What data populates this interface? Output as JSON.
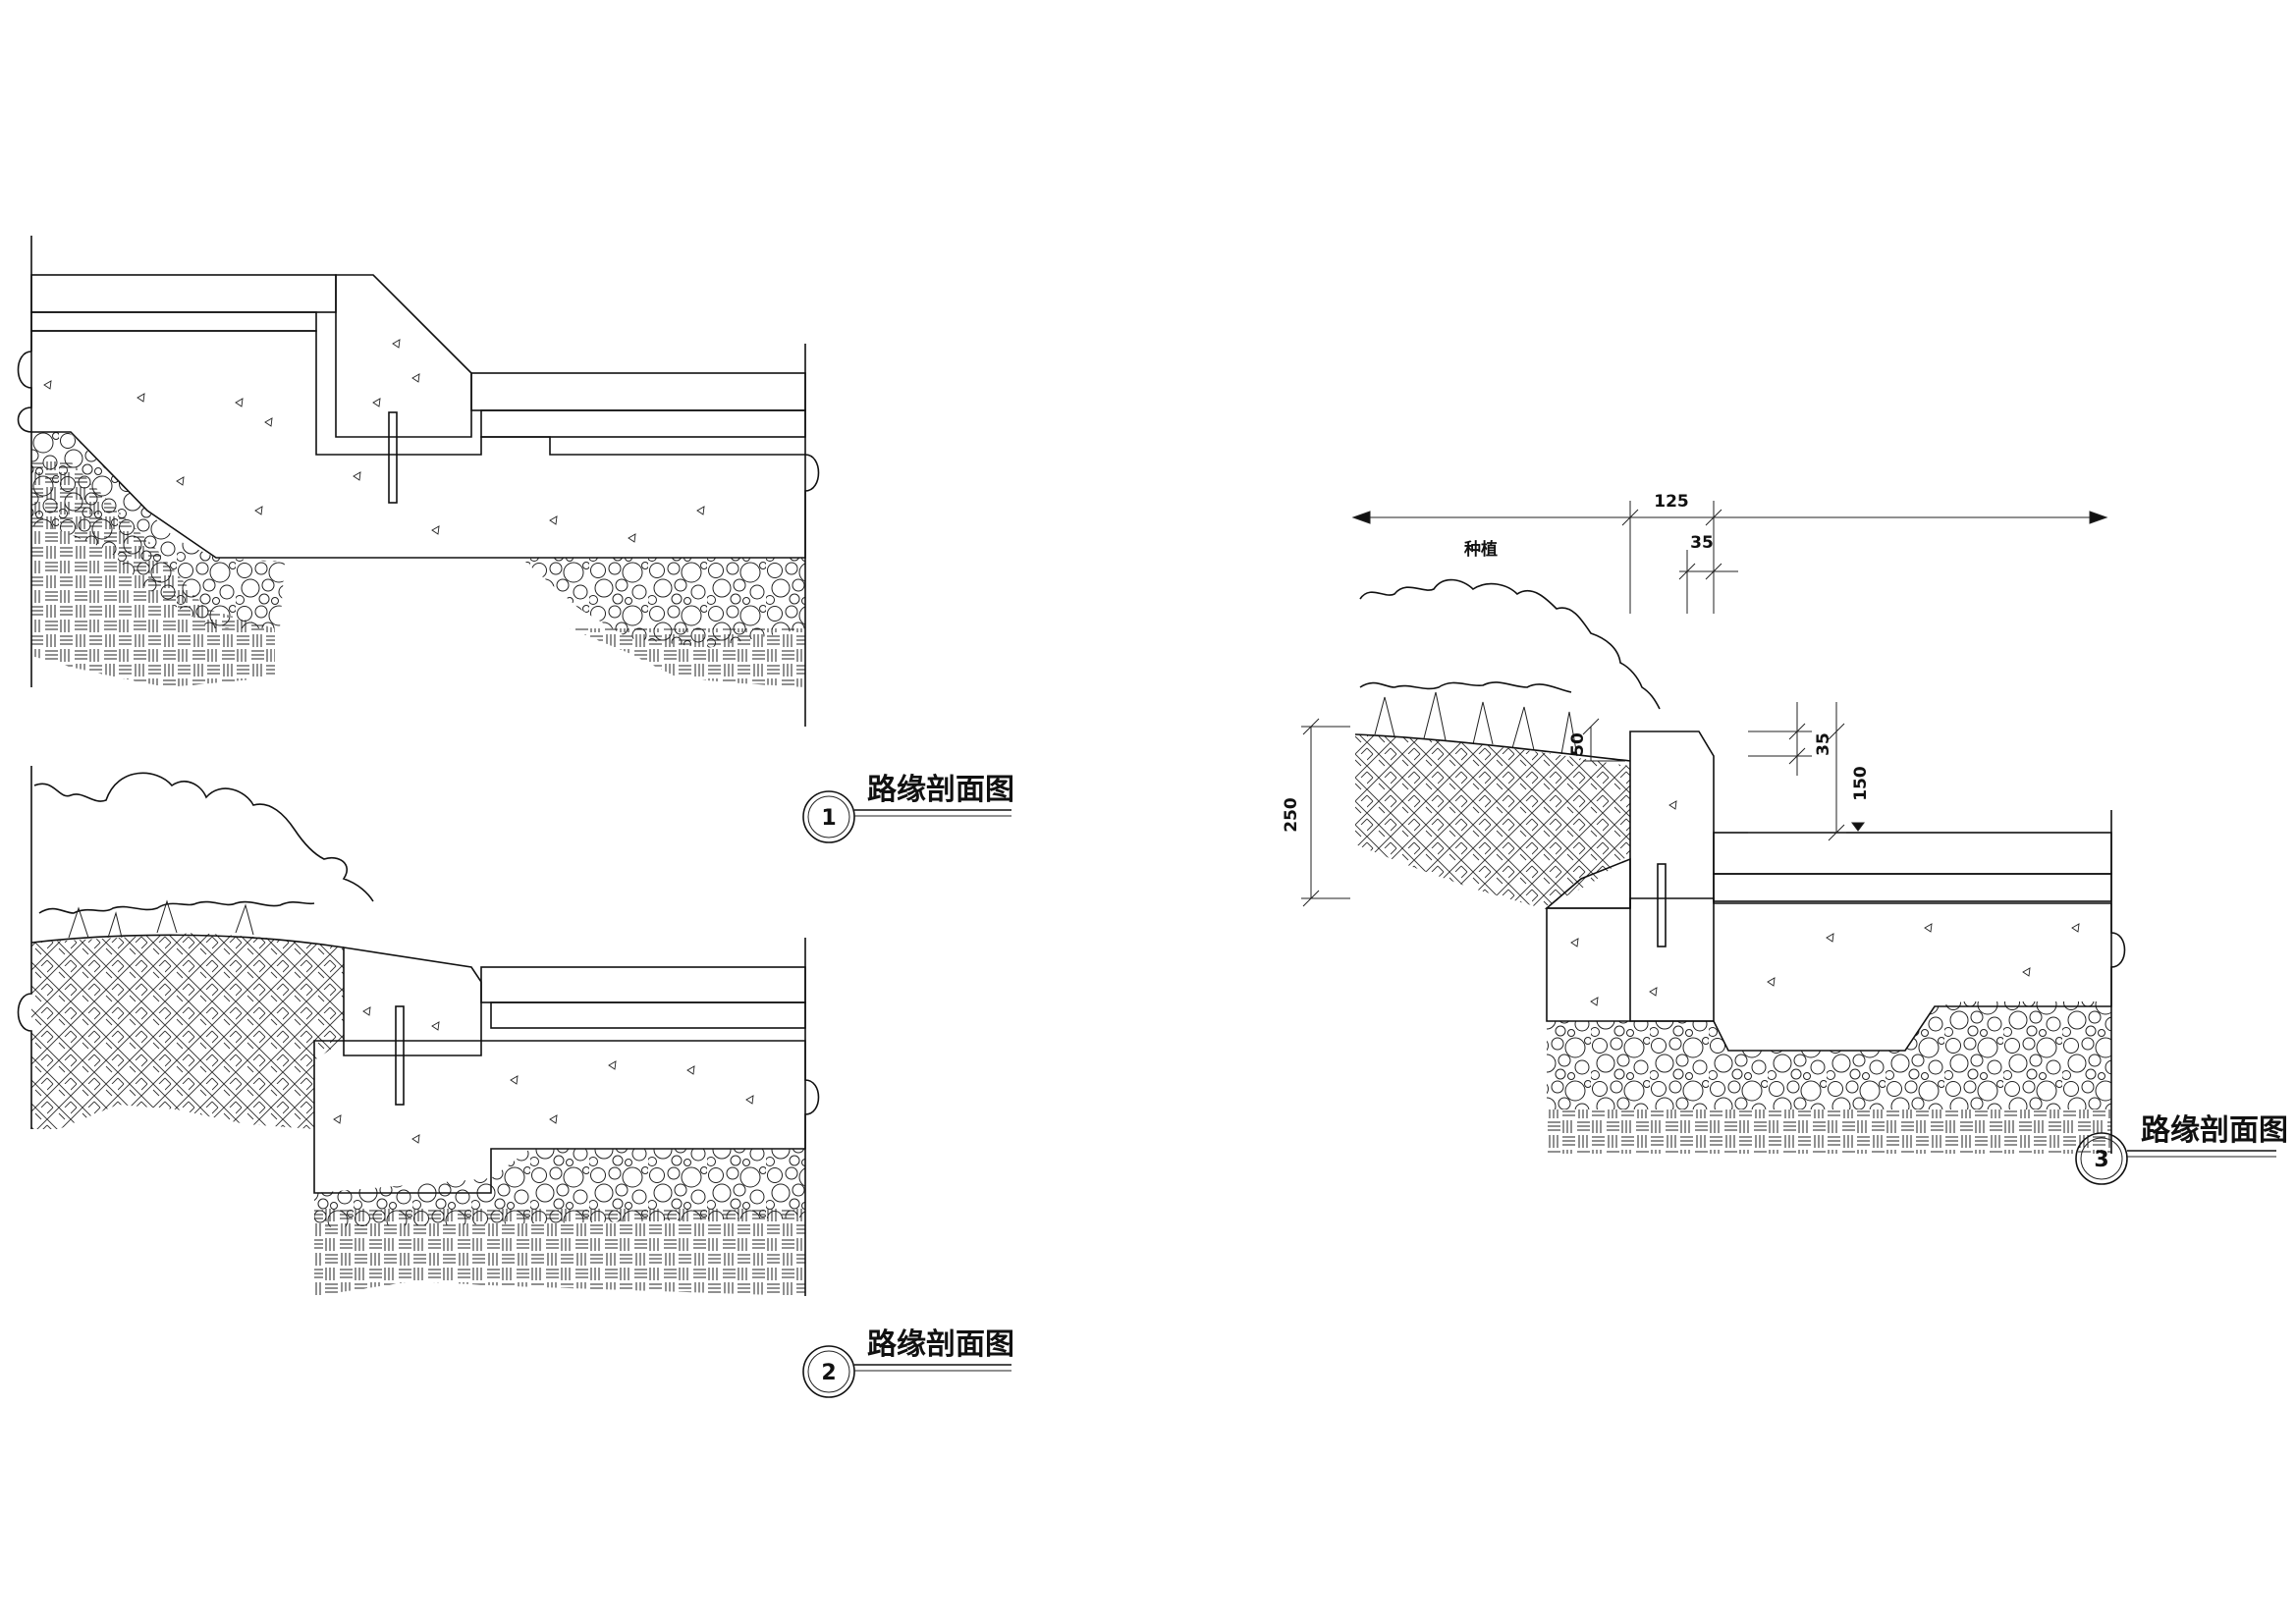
{
  "drawing": {
    "sections": [
      {
        "number": "1",
        "title": "路缘剖面图"
      },
      {
        "number": "2",
        "title": "路缘剖面图"
      },
      {
        "number": "3",
        "title": "路缘剖面图"
      }
    ],
    "dimensions": {
      "d125": "125",
      "d35_top": "35",
      "d35_right": "35",
      "d50": "50",
      "d150": "150",
      "d250": "250"
    },
    "labels": {
      "planting": "种植"
    }
  }
}
